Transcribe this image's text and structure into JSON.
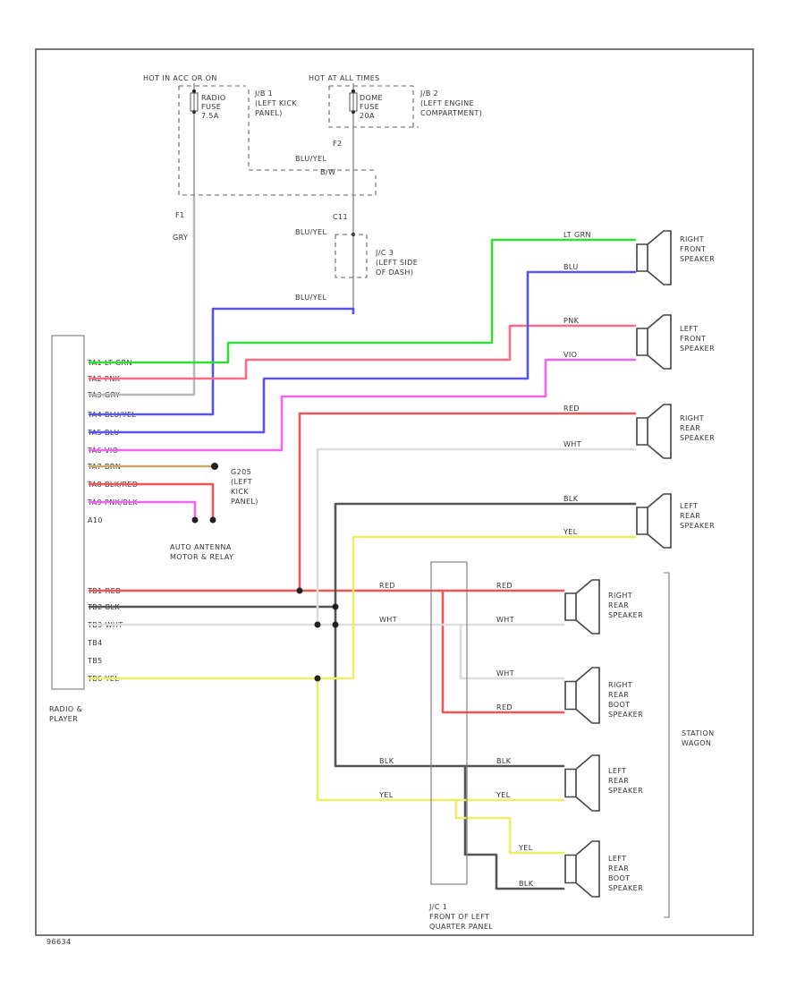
{
  "colors": {
    "green": "#33dd33",
    "pink": "#ff6b81",
    "gray": "#b8b8b8",
    "blue": "#5555ee",
    "violet": "#ee66ee",
    "red": "#ee5555",
    "white": "#dddddd",
    "black": "#555555",
    "yellow": "#eeee66",
    "tan": "#c8a86a"
  },
  "power": {
    "hot1": "HOT IN ACC OR ON",
    "hot2": "HOT AT ALL TIMES",
    "radio_fuse": [
      "RADIO",
      "FUSE",
      "7.5A"
    ],
    "dome_fuse": [
      "DOME",
      "FUSE",
      "20A"
    ],
    "jb1": [
      "J/B 1",
      "(LEFT KICK",
      "PANEL)"
    ],
    "jb2": [
      "J/B 2",
      "(LEFT ENGINE",
      "COMPARTMENT)"
    ],
    "f2": "F2",
    "f2_wire": "BLU/YEL",
    "f2_pin": "B/W",
    "c11": "C11",
    "c11_wire": "BLU/YEL",
    "jc3": [
      "J/C 3",
      "(LEFT SIDE",
      "OF DASH)"
    ],
    "bottom_wire": "BLU/YEL",
    "f1": "F1",
    "f1_wire": "GRY"
  },
  "radio": {
    "label": [
      "RADIO &",
      "PLAYER"
    ],
    "pins_a": [
      "TA1 LT GRN",
      "TA2 PNK",
      "TA3 GRY",
      "TA4 BLU/YEL",
      "TA5 BLU",
      "TA6 VIO",
      "TA7 BRN",
      "TA8 BLK/RED",
      "TA9 PNK/BLK",
      "A10"
    ],
    "pins_b": [
      "TB1 RED",
      "TB2 BLK",
      "TB3 WHT",
      "TB4",
      "TB5",
      "TB6 YEL"
    ]
  },
  "ground": {
    "label": [
      "G205",
      "(LEFT",
      "KICK",
      "PANEL)"
    ],
    "antenna": [
      "AUTO ANTENNA",
      "MOTOR & RELAY"
    ]
  },
  "speakers": {
    "right_front": {
      "label": [
        "RIGHT",
        "FRONT",
        "SPEAKER"
      ],
      "wires": [
        "LT GRN",
        "BLU"
      ]
    },
    "left_front": {
      "label": [
        "LEFT",
        "FRONT",
        "SPEAKER"
      ],
      "wires": [
        "PNK",
        "VIO"
      ]
    },
    "right_rear": {
      "label": [
        "RIGHT",
        "REAR",
        "SPEAKER"
      ],
      "wires": [
        "RED",
        "WHT"
      ]
    },
    "left_rear": {
      "label": [
        "LEFT",
        "REAR",
        "SPEAKER"
      ],
      "wires": [
        "BLK",
        "YEL"
      ]
    },
    "wagon_right_rear": {
      "label": [
        "RIGHT",
        "REAR",
        "SPEAKER"
      ],
      "wires": [
        "RED",
        "WHT"
      ]
    },
    "wagon_right_boot": {
      "label": [
        "RIGHT",
        "REAR",
        "BOOT",
        "SPEAKER"
      ],
      "wires": [
        "WHT",
        "RED"
      ]
    },
    "wagon_left_rear": {
      "label": [
        "LEFT",
        "REAR",
        "SPEAKER"
      ],
      "wires": [
        "BLK",
        "YEL"
      ]
    },
    "wagon_left_boot": {
      "label": [
        "LEFT",
        "REAR",
        "BOOT",
        "SPEAKER"
      ],
      "wires": [
        "YEL",
        "BLK"
      ]
    }
  },
  "jc1": {
    "label": [
      "J/C 1",
      "FRONT OF LEFT",
      "QUARTER PANEL"
    ],
    "left_wires": [
      "RED",
      "WHT",
      "BLK",
      "YEL"
    ]
  },
  "wagon": [
    "STATION",
    "WAGON"
  ],
  "footer": "96634"
}
